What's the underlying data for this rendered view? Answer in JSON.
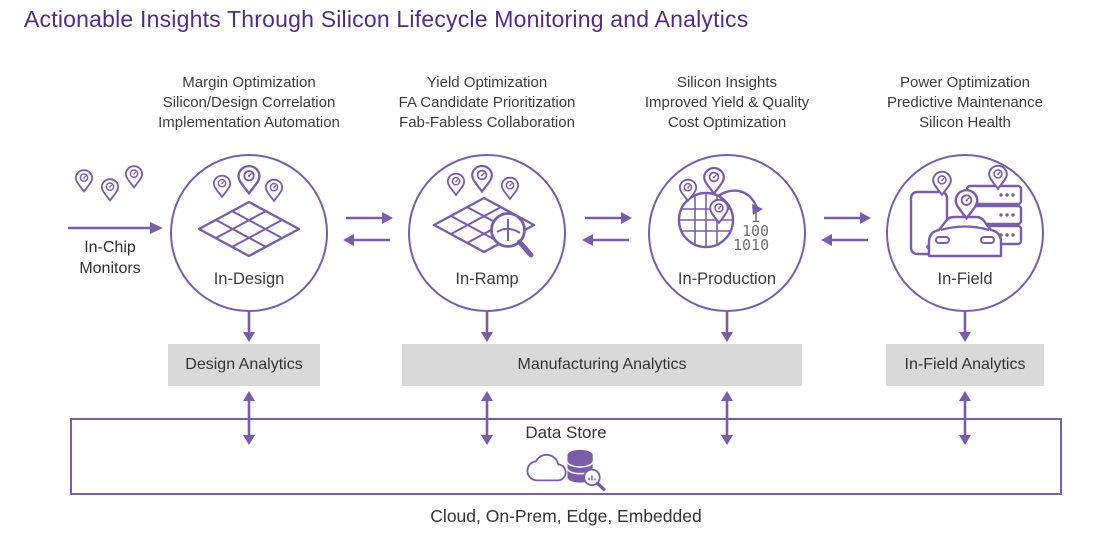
{
  "title": "Actionable Insights Through Silicon Lifecycle Monitoring and Analytics",
  "colors": {
    "accent_purple": "#7b5ca8",
    "title_purple": "#512d82",
    "analytics_box_gray": "#d9d9d9",
    "text_dark": "#3b3b3b",
    "icon_binary_gray": "#6f6f6f"
  },
  "input": {
    "label": "In-Chip Monitors",
    "icon": "chip-monitor-pins-icon"
  },
  "stages": [
    {
      "id": "in-design",
      "label": "In-Design",
      "icon": "floorplan-pins-icon",
      "benefits": [
        "Margin Optimization",
        "Silicon/Design Correlation",
        "Implementation Automation"
      ]
    },
    {
      "id": "in-ramp",
      "label": "In-Ramp",
      "icon": "map-magnifier-pins-icon",
      "benefits": [
        "Yield Optimization",
        "FA Candidate Prioritization",
        "Fab-Fabless Collaboration"
      ]
    },
    {
      "id": "in-production",
      "label": "In-Production",
      "icon": "globe-binary-pins-icon",
      "icon_text": [
        "1",
        "100",
        "1010"
      ],
      "benefits": [
        "Silicon Insights",
        "Improved Yield & Quality",
        "Cost Optimization"
      ]
    },
    {
      "id": "in-field",
      "label": "In-Field",
      "icon": "devices-car-server-pins-icon",
      "benefits": [
        "Power Optimization",
        "Predictive Maintenance",
        "Silicon Health"
      ]
    }
  ],
  "analytics": [
    {
      "id": "design",
      "label": "Design Analytics"
    },
    {
      "id": "manufacturing",
      "label": "Manufacturing Analytics"
    },
    {
      "id": "in-field",
      "label": "In-Field Analytics"
    }
  ],
  "data_store": {
    "label": "Data Store",
    "icon": "cloud-database-search-icon",
    "deployment": "Cloud, On-Prem, Edge, Embedded"
  }
}
